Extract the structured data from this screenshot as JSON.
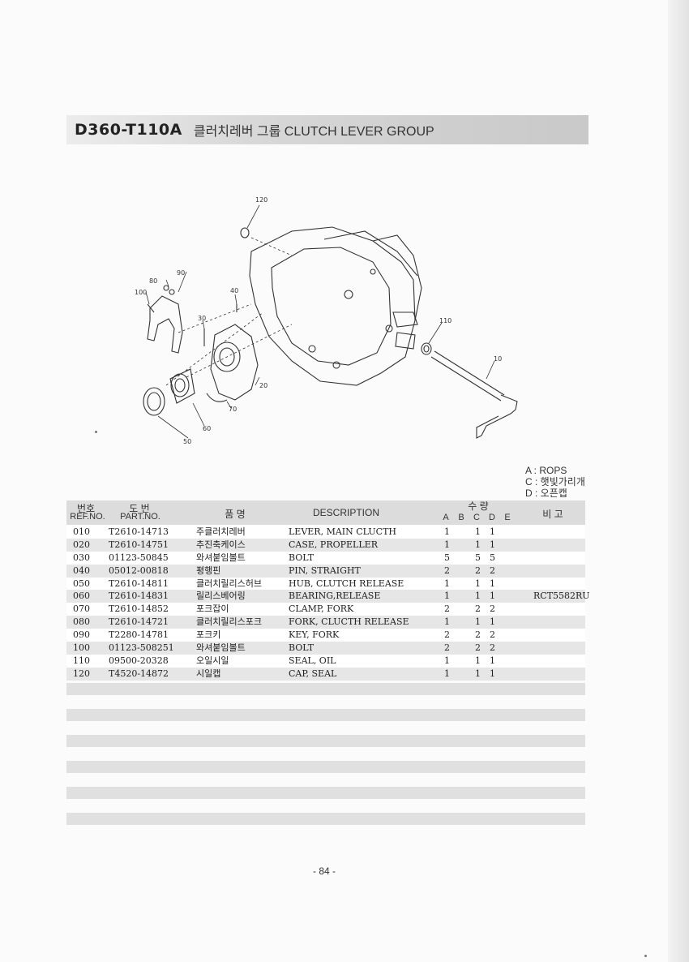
{
  "title": {
    "code": "D360-T110A",
    "text": "클러치레버 그룹 CLUTCH LEVER GROUP"
  },
  "diagram": {
    "callouts": [
      "120",
      "90",
      "80",
      "100",
      "40",
      "30",
      "110",
      "10",
      "20",
      "70",
      "60",
      "50"
    ]
  },
  "legend": [
    "A : ROPS",
    "C : 햇빛가리개",
    "D : 오픈캡"
  ],
  "table": {
    "headers": {
      "ref_ko": "번호",
      "ref_en": "REF.NO.",
      "part_ko": "도 번",
      "part_en": "PART.NO.",
      "name_ko": "품 명",
      "description": "DESCRIPTION",
      "qty_ko": "수 량",
      "qty_cols": [
        "A",
        "B",
        "C",
        "D",
        "E"
      ],
      "remark_ko": "비 고"
    },
    "rows": [
      {
        "ref": "010",
        "part": "T2610-14713",
        "name": "주클러치레버",
        "desc": "LEVER, MAIN CLUCTH",
        "a": "1",
        "c": "1",
        "d": "1",
        "remark": ""
      },
      {
        "ref": "020",
        "part": "T2610-14751",
        "name": "추진축케이스",
        "desc": "CASE, PROPELLER",
        "a": "1",
        "c": "1",
        "d": "1",
        "remark": ""
      },
      {
        "ref": "030",
        "part": "01123-50845",
        "name": "와셔붙임볼트",
        "desc": "BOLT",
        "a": "5",
        "c": "5",
        "d": "5",
        "remark": ""
      },
      {
        "ref": "040",
        "part": "05012-00818",
        "name": "평행핀",
        "desc": "PIN, STRAIGHT",
        "a": "2",
        "c": "2",
        "d": "2",
        "remark": ""
      },
      {
        "ref": "050",
        "part": "T2610-14811",
        "name": "클러치릴리스허브",
        "desc": "HUB, CLUTCH RELEASE",
        "a": "1",
        "c": "1",
        "d": "1",
        "remark": ""
      },
      {
        "ref": "060",
        "part": "T2610-14831",
        "name": "릴리스베어링",
        "desc": "BEARING,RELEASE",
        "a": "1",
        "c": "1",
        "d": "1",
        "remark": "RCT5582RU"
      },
      {
        "ref": "070",
        "part": "T2610-14852",
        "name": "포크잡이",
        "desc": "CLAMP, FORK",
        "a": "2",
        "c": "2",
        "d": "2",
        "remark": ""
      },
      {
        "ref": "080",
        "part": "T2610-14721",
        "name": "클러치릴리스포크",
        "desc": "FORK, CLUCTH RELEASE",
        "a": "1",
        "c": "1",
        "d": "1",
        "remark": ""
      },
      {
        "ref": "090",
        "part": "T2280-14781",
        "name": "포크키",
        "desc": "KEY, FORK",
        "a": "2",
        "c": "2",
        "d": "2",
        "remark": ""
      },
      {
        "ref": "100",
        "part": "01123-508251",
        "name": "와셔붙임볼트",
        "desc": "BOLT",
        "a": "2",
        "c": "2",
        "d": "2",
        "remark": ""
      },
      {
        "ref": "110",
        "part": "09500-20328",
        "name": "오일시일",
        "desc": "SEAL, OIL",
        "a": "1",
        "c": "1",
        "d": "1",
        "remark": ""
      },
      {
        "ref": "120",
        "part": "T4520-14872",
        "name": "시일캡",
        "desc": "CAP, SEAL",
        "a": "1",
        "c": "1",
        "d": "1",
        "remark": ""
      }
    ]
  },
  "page_number": "- 84 -"
}
